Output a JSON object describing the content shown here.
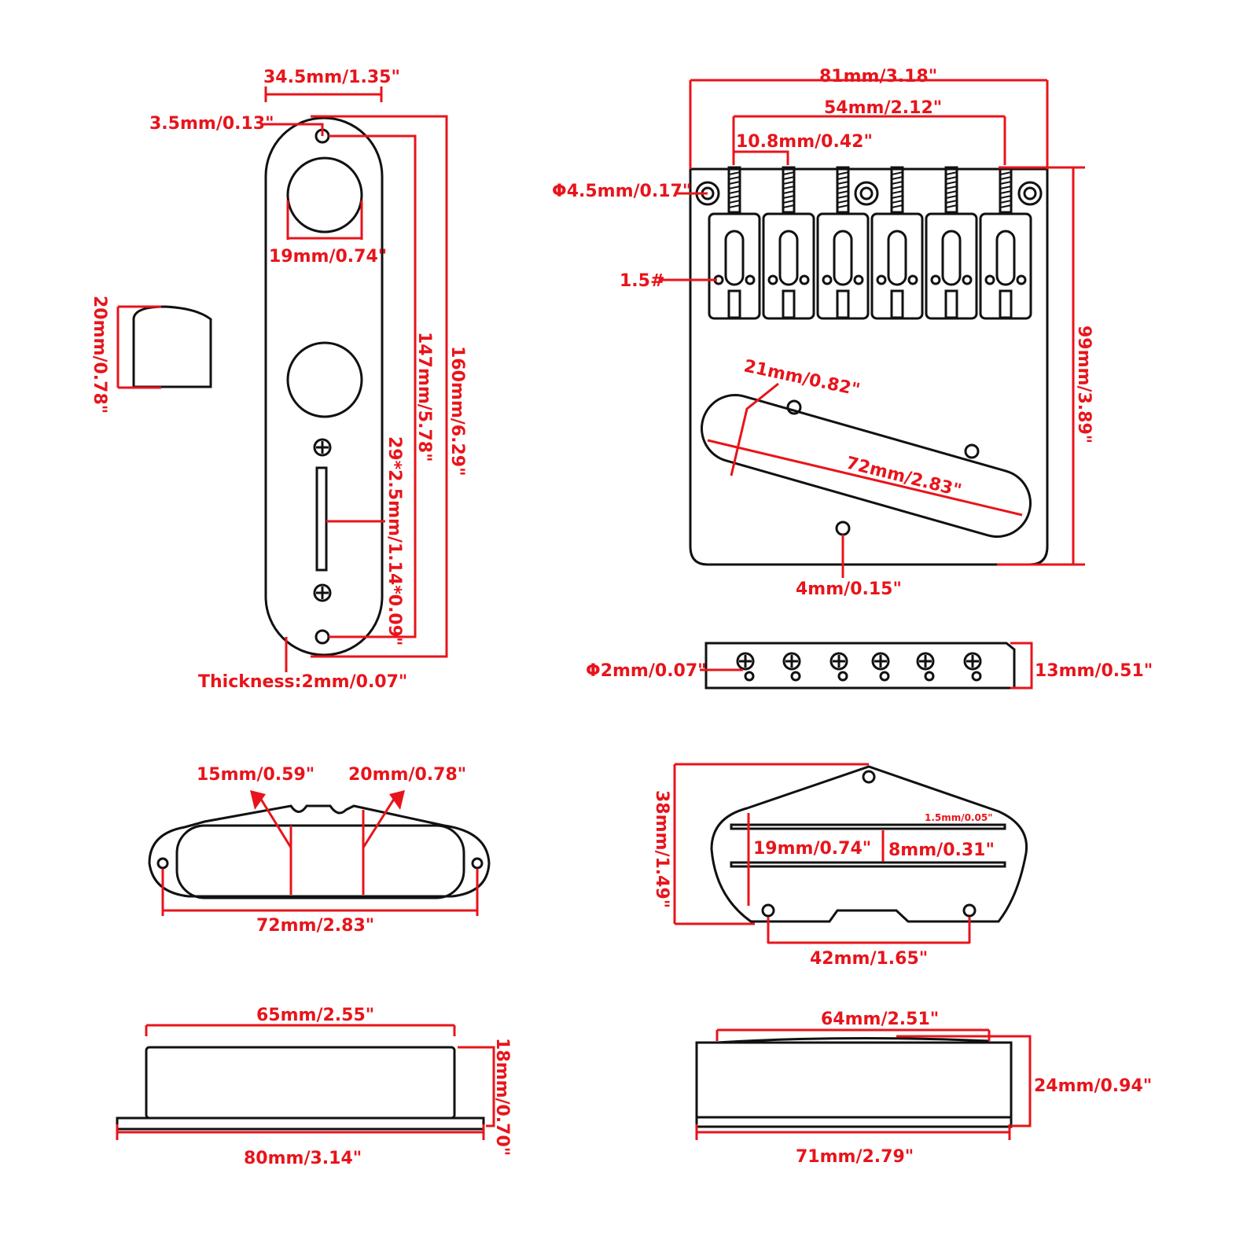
{
  "control_plate": {
    "width": "34.5mm/1.35\"",
    "hole": "3.5mm/0.13\"",
    "knob_hole": "19mm/0.74\"",
    "hole_spacing": "147mm/5.78\"",
    "length": "160mm/6.29\"",
    "switch_slot": "29*2.5mm/1.14*0.09\"",
    "thickness": "Thickness:2mm/0.07\""
  },
  "knob": {
    "height": "20mm/0.78\""
  },
  "bridge": {
    "width": "81mm/3.18\"",
    "string_spacing_total": "54mm/2.12\"",
    "string_spacing": "10.8mm/0.42\"",
    "mount_hole": "Φ4.5mm/0.17\"",
    "wrench": "1.5#",
    "pickup_width": "21mm/0.82\"",
    "pickup_length": "72mm/2.83\"",
    "length": "99mm/3.89\"",
    "screw_hole": "4mm/0.15\"",
    "string_hole": "Φ2mm/0.07\"",
    "side_height": "13mm/0.51\""
  },
  "neck_pickup": {
    "left_width": "15mm/0.59\"",
    "right_width": "20mm/0.78\"",
    "mount_spacing": "72mm/2.83\"",
    "top_width": "65mm/2.55\"",
    "height": "18mm/0.70\"",
    "base_width": "80mm/3.14\""
  },
  "bridge_pickup": {
    "height": "38mm/1.49\"",
    "blade_width": "1.5mm/0.05\"",
    "width": "19mm/0.74\"",
    "blade_gap": "8mm/0.31\"",
    "mount_spacing": "42mm/1.65\"",
    "top_width": "64mm/2.51\"",
    "side_height": "24mm/0.94\"",
    "base_width": "71mm/2.79\""
  }
}
